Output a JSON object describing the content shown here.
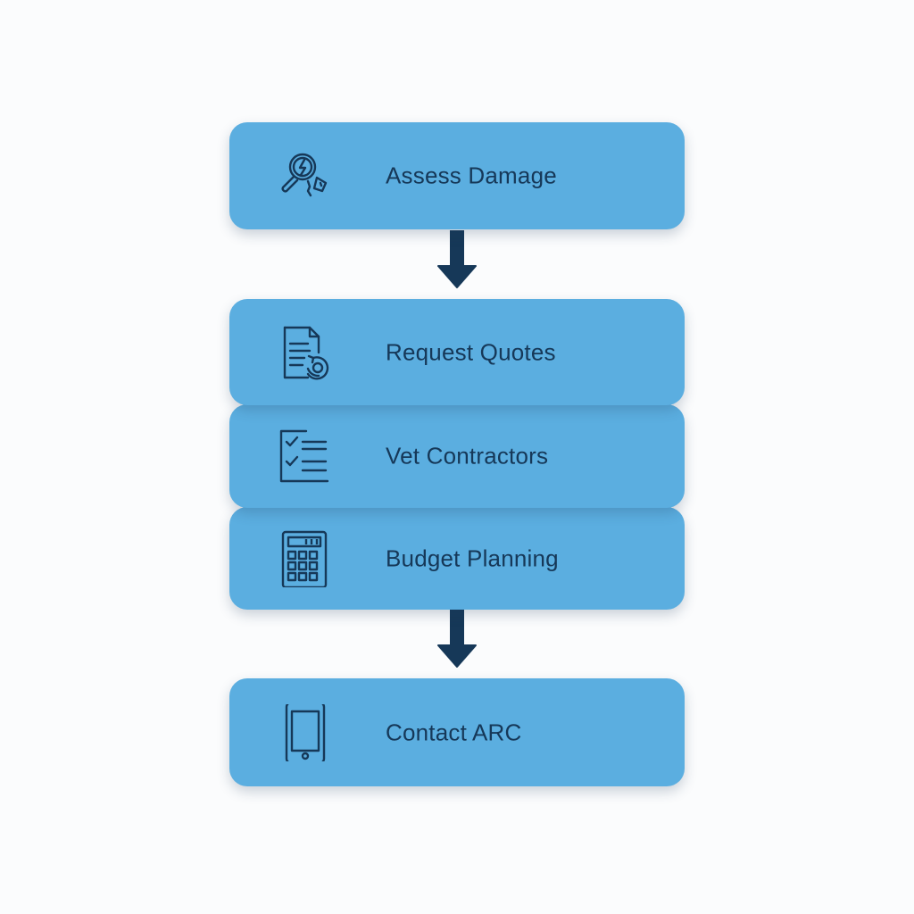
{
  "steps": [
    {
      "label": "Assess Damage",
      "icon": "magnifier-damage-icon"
    },
    {
      "label": "Request Quotes",
      "icon": "document-refresh-icon"
    },
    {
      "label": "Vet Contractors",
      "icon": "checklist-icon"
    },
    {
      "label": "Budget Planning",
      "icon": "calculator-icon"
    },
    {
      "label": "Contact ARC",
      "icon": "smartphone-icon"
    }
  ],
  "colors": {
    "box_fill": "#5baee0",
    "ink": "#163858",
    "background": "#fbfcfd"
  }
}
